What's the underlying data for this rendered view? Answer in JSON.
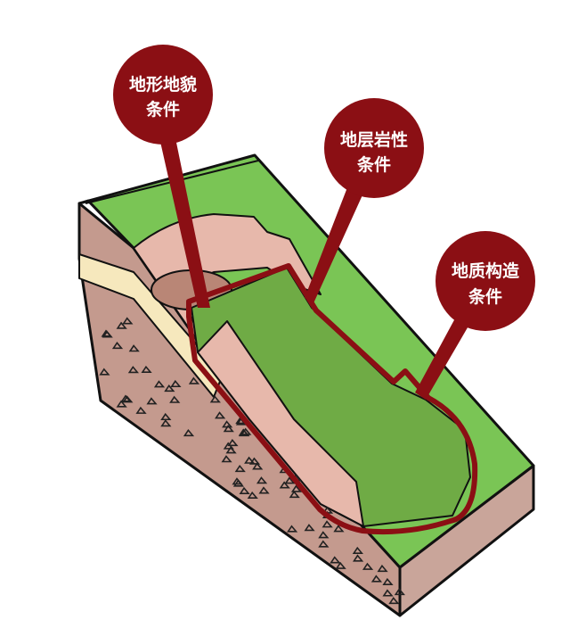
{
  "callouts": [
    {
      "line1": "地形地貌",
      "line2": "条件"
    },
    {
      "line1": "地层岩性",
      "line2": "条件"
    },
    {
      "line1": "地质构造",
      "line2": "条件"
    }
  ],
  "colors": {
    "callout": "#8b0f14",
    "grass": "#7ac555",
    "slide": "#6fab45",
    "soil": "#c49a8e",
    "scarp": "#e7b8ab",
    "sand": "#f6e8bd",
    "outline": "#111111"
  }
}
